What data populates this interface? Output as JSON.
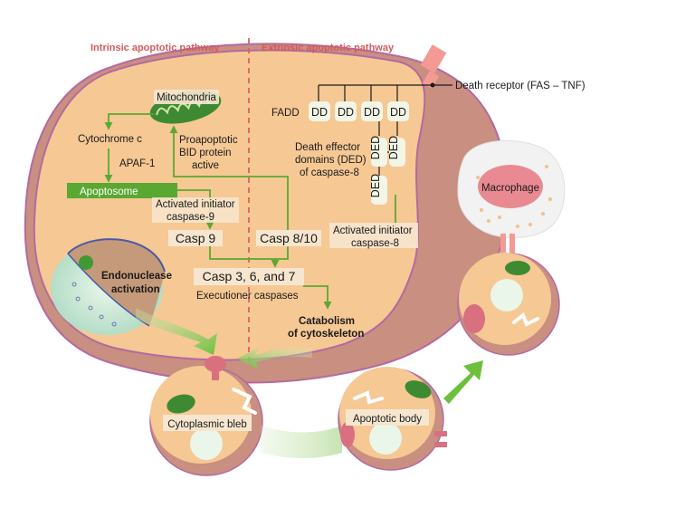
{
  "headers": {
    "intrinsic": "Intrinsic apoptotic pathway",
    "extrinsic": "Extrinsic apoptotic pathway"
  },
  "labels": {
    "mitochondria": "Mitochondria",
    "cytochrome_c": "Cytochrome c",
    "apaf1": "APAF-1",
    "apoptosome": "Apoptosome",
    "proapoptotic_1": "Proapoptotic",
    "proapoptotic_2": "BID protein",
    "proapoptotic_3": "active",
    "init9_1": "Activated initiator",
    "init9_2": "caspase-9",
    "casp9": "Casp 9",
    "casp810": "Casp 8/10",
    "init8_1": "Activated initiator",
    "init8_2": "caspase-8",
    "casp367": "Casp 3, 6, and 7",
    "executioner": "Executioner caspases",
    "endo_1": "Endonuclease",
    "endo_2": "activation",
    "catab_1": "Catabolism",
    "catab_2": "of cytoskeleton",
    "fadd": "FADD",
    "dd": "DD",
    "ded": "DED",
    "ded_desc_1": "Death effector",
    "ded_desc_2": "domains (DED)",
    "ded_desc_3": "of caspase-8",
    "death_receptor": "Death receptor (FAS – TNF)",
    "macrophage": "Macrophage",
    "bleb": "Cytoplasmic bleb",
    "apoptotic_body": "Apoptotic body"
  },
  "colors": {
    "header": "#d65a5a",
    "arrow": "#5aa832",
    "cell_fill": "#f6c894",
    "cell_border": "#b46aa0",
    "apoptosome": "#5aa832",
    "label_box": "#f7e6cf"
  }
}
